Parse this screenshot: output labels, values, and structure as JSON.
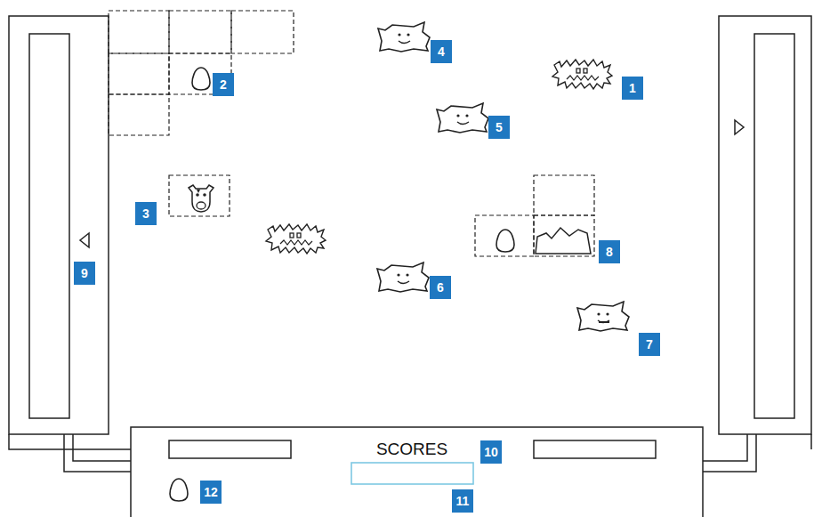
{
  "diagram": {
    "labels": [
      "4",
      "1",
      "2",
      "5",
      "3",
      "8",
      "9",
      "6",
      "7",
      "SCORES",
      "10",
      "12",
      "11"
    ]
  }
}
